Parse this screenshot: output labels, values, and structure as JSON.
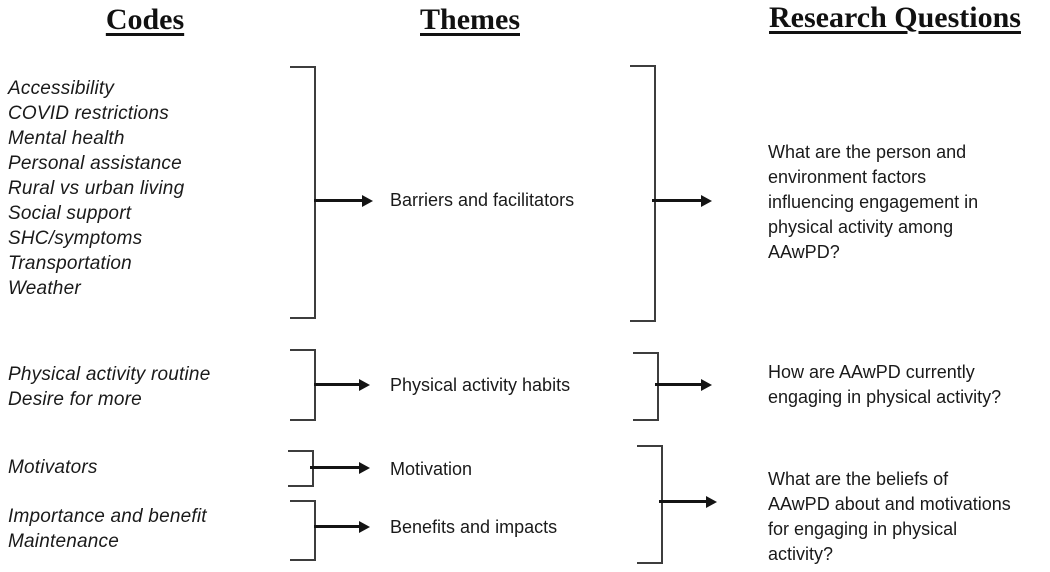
{
  "headers": {
    "codes": "Codes",
    "themes": "Themes",
    "research_questions": "Research Questions"
  },
  "code_groups": [
    {
      "codes": [
        "Accessibility",
        "COVID restrictions",
        "Mental health",
        "Personal assistance",
        "Rural vs urban living",
        "Social support",
        "SHC/symptoms",
        "Transportation",
        "Weather"
      ]
    },
    {
      "codes": [
        "Physical activity routine",
        "Desire for more"
      ]
    },
    {
      "codes": [
        "Motivators"
      ]
    },
    {
      "codes": [
        "Importance and benefit",
        "Maintenance"
      ]
    }
  ],
  "themes": [
    "Barriers and facilitators",
    "Physical activity habits",
    "Motivation",
    "Benefits and impacts"
  ],
  "research_questions": [
    {
      "lines": [
        "What are the person and",
        "environment factors",
        "influencing engagement in",
        "physical activity among",
        "AAwPD?"
      ]
    },
    {
      "lines": [
        "How are AAwPD currently",
        "engaging in physical activity?"
      ]
    },
    {
      "lines": [
        "What are the beliefs of",
        "AAwPD about and motivations",
        "for engaging in physical",
        "activity?"
      ]
    }
  ],
  "connections": {
    "codes_to_themes": [
      {
        "code_group_index": 0,
        "theme": "Barriers and facilitators"
      },
      {
        "code_group_index": 1,
        "theme": "Physical activity habits"
      },
      {
        "code_group_index": 2,
        "theme": "Motivation"
      },
      {
        "code_group_index": 3,
        "theme": "Benefits and impacts"
      }
    ],
    "themes_to_questions": [
      {
        "themes": [
          "Barriers and facilitators"
        ],
        "question_index": 0
      },
      {
        "themes": [
          "Physical activity habits"
        ],
        "question_index": 1
      },
      {
        "themes": [
          "Motivation",
          "Benefits and impacts"
        ],
        "question_index": 2
      }
    ]
  },
  "colors": {
    "background": "#ffffff",
    "text": "#1a1a1a",
    "bracket_line": "#3d3d3d",
    "arrow": "#141414"
  }
}
